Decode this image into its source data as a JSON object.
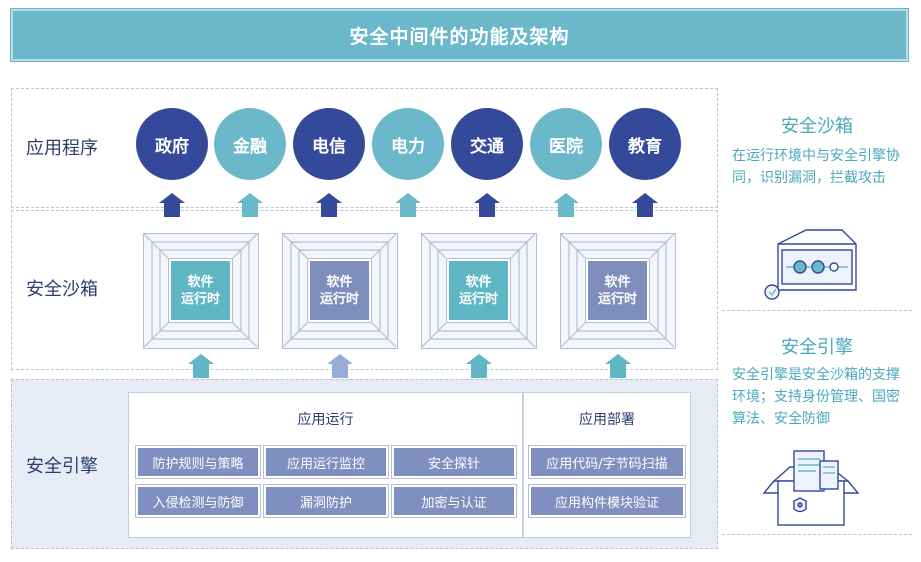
{
  "title": "安全中间件的功能及架构",
  "rows": {
    "application": "应用程序",
    "sandbox": "安全沙箱",
    "engine": "安全引擎"
  },
  "apps": [
    "政府",
    "金融",
    "电信",
    "电力",
    "交通",
    "医院",
    "教育"
  ],
  "runtime": [
    "软件\n运行时",
    "软件\n运行时",
    "软件\n运行时",
    "软件\n运行时"
  ],
  "engine": {
    "run_header": "应用运行",
    "deploy_header": "应用部署",
    "run_cells": [
      "防护规则与策略",
      "应用运行监控",
      "安全探针",
      "入侵检测与防御",
      "漏洞防护",
      "加密与认证"
    ],
    "deploy_cells": [
      "应用代码/字节码扫描",
      "应用构件模块验证"
    ]
  },
  "side": {
    "sandbox_title": "安全沙箱",
    "sandbox_desc": "在运行环境中与安全引擎协同，识别漏洞，拦截攻击",
    "engine_title": "安全引擎",
    "engine_desc": "安全引擎是安全沙箱的支撑环境；支持身份管理、国密算法、安全防御"
  },
  "colors": {
    "dark_blue": "#34499a",
    "teal": "#6ab8ca",
    "muted_blue": "#7f90c0",
    "panel_bg": "#e6ebf5"
  },
  "icons": [
    "up-arrow-icon",
    "sandbox-box-icon",
    "engine-box-icon"
  ]
}
